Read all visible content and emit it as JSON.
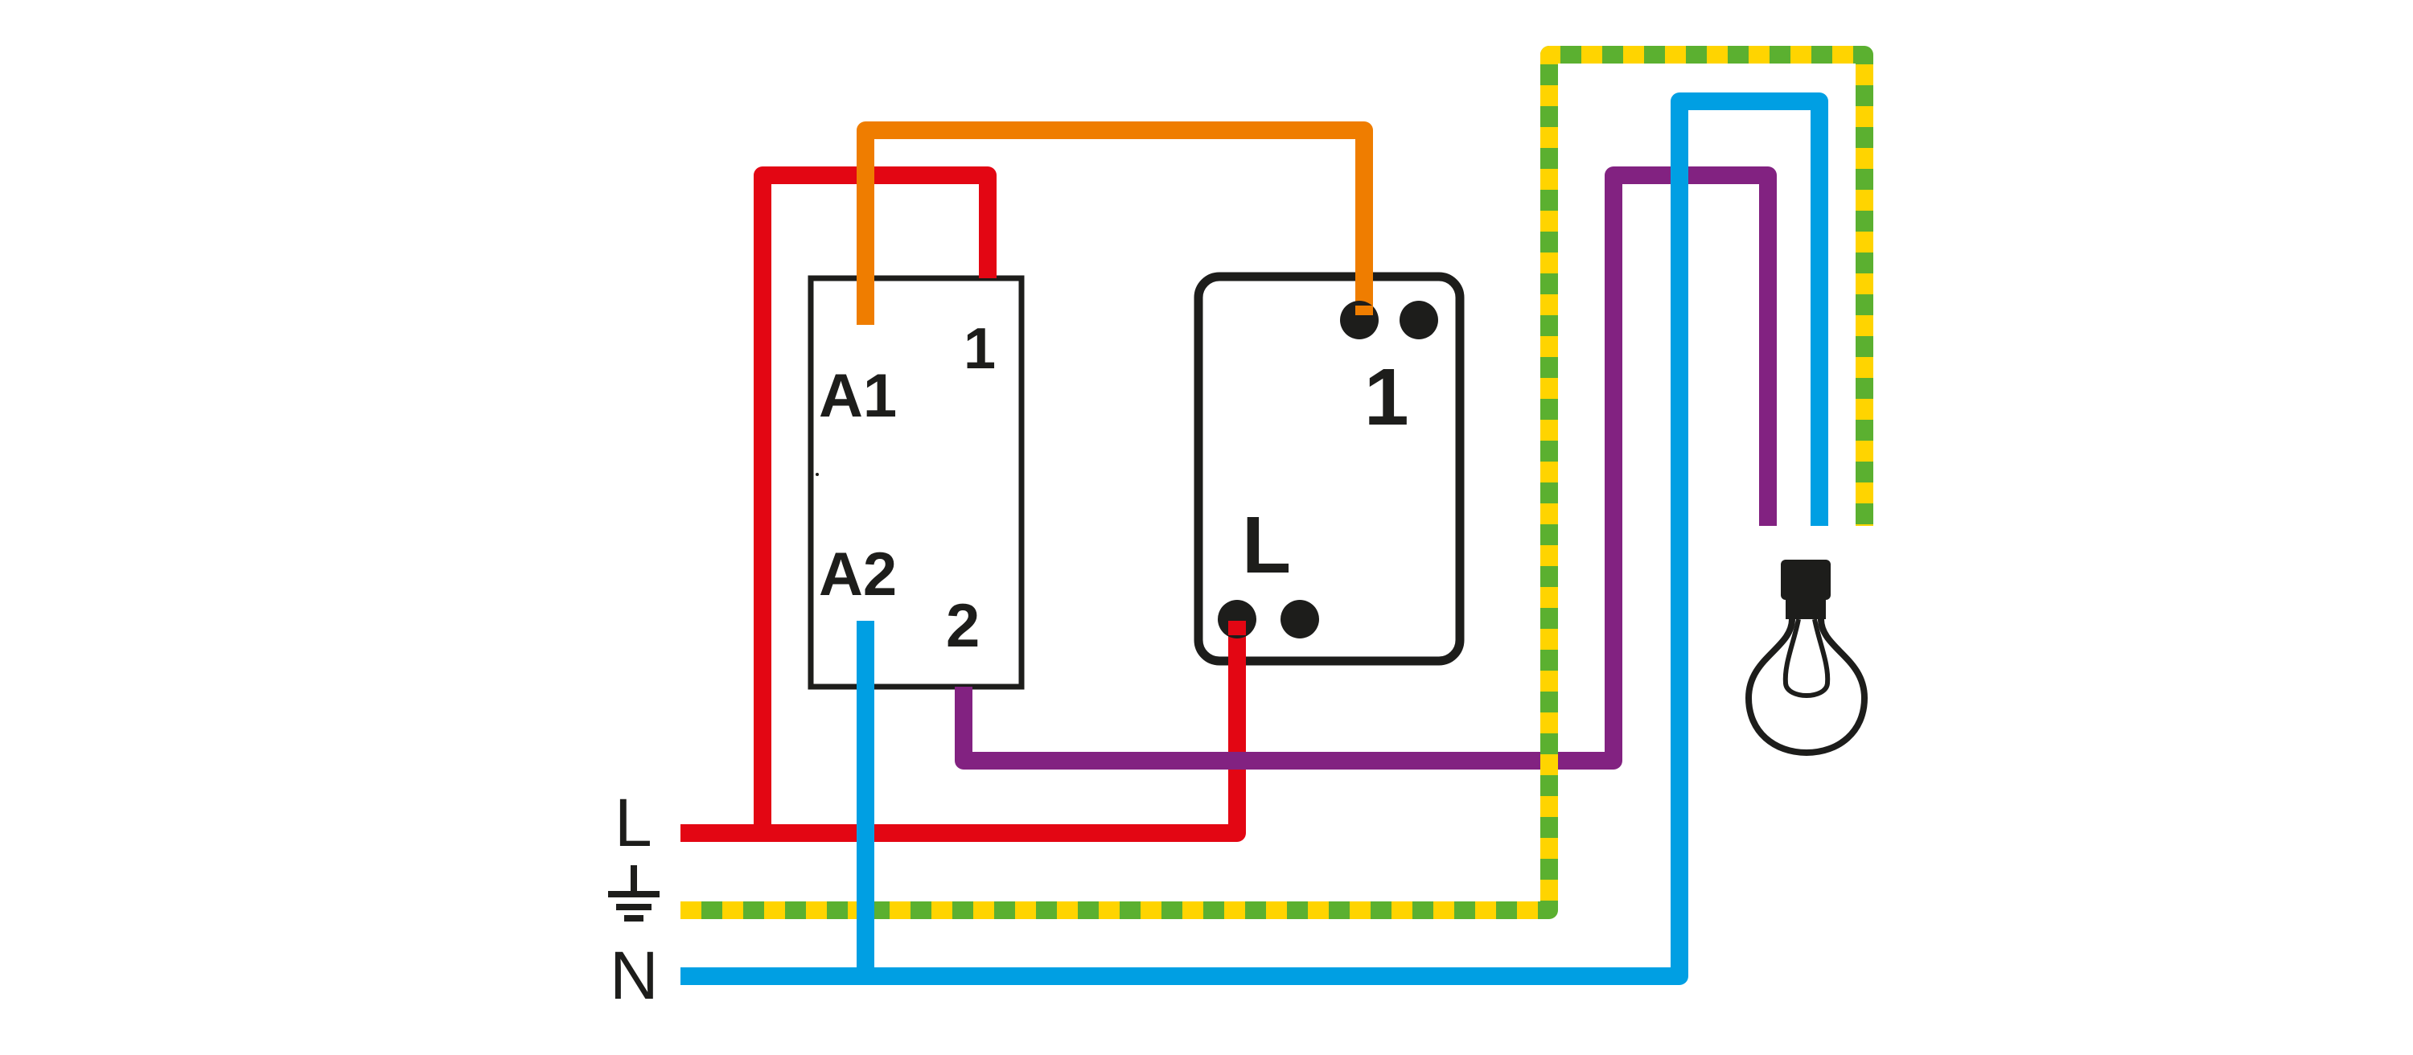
{
  "colors": {
    "phase": "#e30613",
    "neutral": "#009fe3",
    "earth_green": "#5bb030",
    "earth_yellow": "#ffd400",
    "control": "#ef7d00",
    "switched": "#822281",
    "device_outline": "#1d1d1b"
  },
  "supply": {
    "phase_label": "L",
    "earth_label_icon": "earth-ground-icon",
    "neutral_label": "N"
  },
  "relay": {
    "terminal_a1": "A1",
    "terminal_a2": "A2",
    "terminal_1": "1",
    "terminal_2": "2"
  },
  "switch": {
    "terminal_1": "1",
    "terminal_l": "L"
  },
  "lamp": {
    "icon": "light-bulb-icon"
  }
}
